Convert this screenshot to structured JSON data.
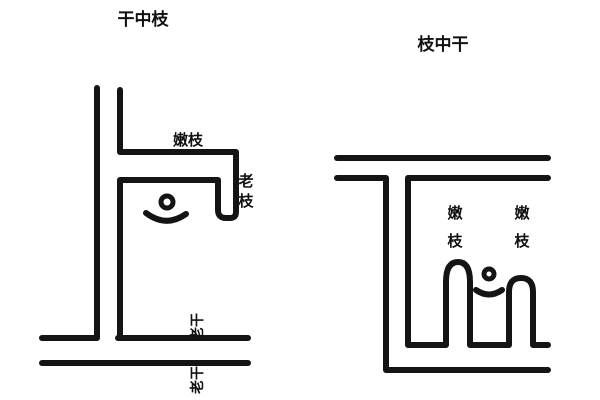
{
  "left_diagram": {
    "title": "干中枝",
    "label_top": "嫩枝",
    "label_side_line1": "老",
    "label_side_line2": "枝",
    "label_bottom_1": "老干",
    "label_bottom_2": "老干"
  },
  "right_diagram": {
    "title": "枝中干",
    "label_col1_line1": "嫩",
    "label_col1_line2": "枝",
    "label_col2_line1": "嫩",
    "label_col2_line2": "枝"
  },
  "colors": {
    "ink": "#141414",
    "background": "#ffffff"
  }
}
